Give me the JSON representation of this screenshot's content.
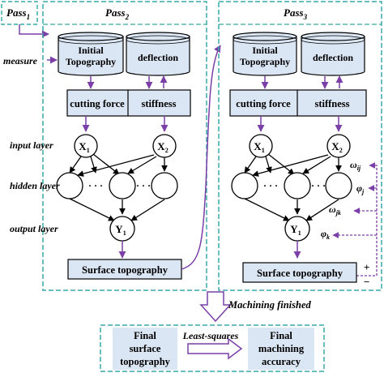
{
  "passes": {
    "pass1": {
      "label_main": "Pass",
      "label_sub": "1"
    },
    "pass2": {
      "label_main": "Pass",
      "label_sub": "2"
    },
    "pass3": {
      "label_main": "Pass",
      "label_sub": "3"
    }
  },
  "side_labels": {
    "measure": "measure",
    "input_layer": "input layer",
    "hidden_layer": "hidden layer",
    "output_layer": "output layer"
  },
  "databases": {
    "initial_topography_line1": "Initial",
    "initial_topography_line2": "Topography",
    "deflection": "deflection"
  },
  "blocks": {
    "cutting_force": "cutting force",
    "stiffness": "stiffness",
    "surface_topography": "Surface topography"
  },
  "nodes": {
    "x1_main": "X",
    "x1_sub": "1",
    "x2_main": "X",
    "x2_sub": "2",
    "y1_main": "Y",
    "y1_sub": "1",
    "dots": "· · ·"
  },
  "weights": {
    "omega_ij_main": "ω",
    "omega_ij_sub": "ij",
    "phi_j_main": "φ",
    "phi_j_sub": "j",
    "omega_jk_main": "ω",
    "omega_jk_sub": "jk",
    "phi_k_main": "φ",
    "phi_k_sub": "k"
  },
  "feedback_signs": {
    "plus": "+",
    "minus": "−"
  },
  "bottom": {
    "machining_finished": "Machining finished",
    "final_surface_line1": "Final",
    "final_surface_line2": "surface",
    "final_surface_line3": "topography",
    "least_squares": "Least-squares",
    "final_accuracy_line1": "Final",
    "final_accuracy_line2": "machining",
    "final_accuracy_line3": "accuracy"
  },
  "colors": {
    "dashed_border": "#3aa8a8",
    "block_fill": "#dbe6f4",
    "block_stroke": "#000000",
    "arrow_purple": "#7b3fa8",
    "arrow_black": "#000000",
    "text": "#000000"
  }
}
